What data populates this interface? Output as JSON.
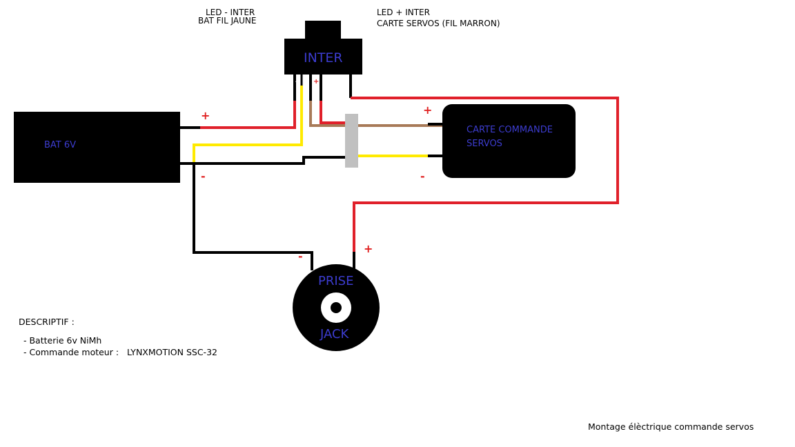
{
  "colors": {
    "wire_red": "#e0202a",
    "wire_black": "#000000",
    "wire_yellow": "#ffea00",
    "wire_brown": "#a87a58",
    "connector": "#c0c0c0",
    "component": "#000000",
    "component_text": "#3c3ccf",
    "sign": "#e02020"
  },
  "annotations": {
    "led_minus_line1": "LED - INTER",
    "led_minus_line2": "BAT FIL JAUNE",
    "led_plus_line1": "LED + INTER",
    "led_plus_line2": "CARTE SERVOS  (FIL MARRON)"
  },
  "components": {
    "battery": "BAT 6V",
    "switch": "INTER",
    "board_line1": "CARTE COMMANDE",
    "board_line2": "SERVOS",
    "jack_line1": "PRISE",
    "jack_line2": "JACK"
  },
  "signs": {
    "plus": "+",
    "minus": "-"
  },
  "descriptif": {
    "title": "DESCRIPTIF :",
    "item1": "-   Batterie 6v NiMh",
    "item2": "- Commande moteur :",
    "item2_value": "LYNXMOTION SSC-32"
  },
  "caption": "Montage élèctrique  commande servos"
}
